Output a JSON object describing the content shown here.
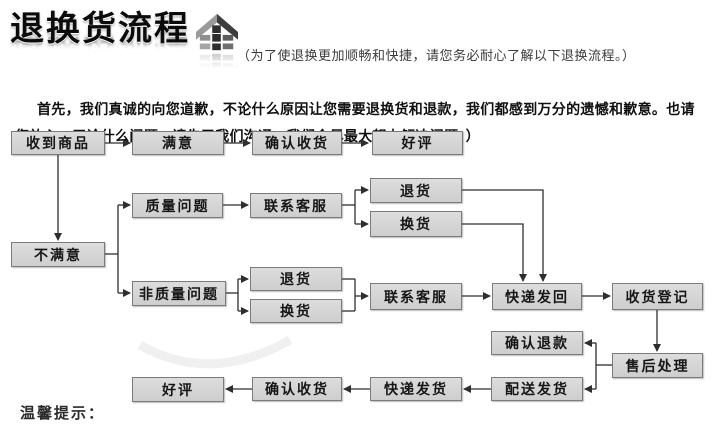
{
  "header": {
    "title": "退换货流程",
    "logo_icon": "home-building-icon",
    "note": "（为了使退换更加顺畅和快捷，请您务必耐心了解以下退换流程。）"
  },
  "intro": "首先，我们真诚的向您道歉，不论什么原因让您需要退换货和退款，我们都感到万分的遗憾和歉意。也请您放心，无论什么问题，请先于我们沟通，我们会尽最大努力解决问题：）",
  "footer": {
    "tip_label": "温馨提示："
  },
  "colors": {
    "node_fill": "#d6d6d6",
    "node_border": "#7b7b7b",
    "connector": "#2e2e2e",
    "text": "#161616",
    "background": "#ffffff"
  },
  "flowchart": {
    "nodes": [
      {
        "id": "received",
        "label": "收到商品"
      },
      {
        "id": "satisfied",
        "label": "满意"
      },
      {
        "id": "confirm-receipt-top",
        "label": "确认收货"
      },
      {
        "id": "good-review-top",
        "label": "好评"
      },
      {
        "id": "quality-issue",
        "label": "质量问题"
      },
      {
        "id": "contact-cs-quality",
        "label": "联系客服"
      },
      {
        "id": "return-quality",
        "label": "退货"
      },
      {
        "id": "exchange-quality",
        "label": "换货"
      },
      {
        "id": "unsatisfied",
        "label": "不满意"
      },
      {
        "id": "non-quality-issue",
        "label": "非质量问题"
      },
      {
        "id": "return-nonquality",
        "label": "退货"
      },
      {
        "id": "exchange-nonquality",
        "label": "换货"
      },
      {
        "id": "contact-cs-nonquality",
        "label": "联系客服"
      },
      {
        "id": "ship-back",
        "label": "快递发回"
      },
      {
        "id": "receipt-registration",
        "label": "收货登记"
      },
      {
        "id": "confirm-refund",
        "label": "确认退款"
      },
      {
        "id": "aftersale-processing",
        "label": "售后处理"
      },
      {
        "id": "dispatch-delivery",
        "label": "配送发货"
      },
      {
        "id": "express-delivery",
        "label": "快递发货"
      },
      {
        "id": "confirm-receipt-bottom",
        "label": "确认收货"
      },
      {
        "id": "good-review-bottom",
        "label": "好评"
      }
    ],
    "edges": [
      [
        "received",
        "satisfied"
      ],
      [
        "satisfied",
        "confirm-receipt-top"
      ],
      [
        "confirm-receipt-top",
        "good-review-top"
      ],
      [
        "received",
        "unsatisfied"
      ],
      [
        "unsatisfied",
        "quality-issue"
      ],
      [
        "unsatisfied",
        "non-quality-issue"
      ],
      [
        "quality-issue",
        "contact-cs-quality"
      ],
      [
        "contact-cs-quality",
        "return-quality"
      ],
      [
        "contact-cs-quality",
        "exchange-quality"
      ],
      [
        "return-quality",
        "ship-back"
      ],
      [
        "exchange-quality",
        "ship-back"
      ],
      [
        "non-quality-issue",
        "return-nonquality"
      ],
      [
        "non-quality-issue",
        "exchange-nonquality"
      ],
      [
        "return-nonquality",
        "contact-cs-nonquality"
      ],
      [
        "exchange-nonquality",
        "contact-cs-nonquality"
      ],
      [
        "contact-cs-nonquality",
        "ship-back"
      ],
      [
        "ship-back",
        "receipt-registration"
      ],
      [
        "receipt-registration",
        "aftersale-processing"
      ],
      [
        "aftersale-processing",
        "confirm-refund"
      ],
      [
        "aftersale-processing",
        "dispatch-delivery"
      ],
      [
        "dispatch-delivery",
        "express-delivery"
      ],
      [
        "express-delivery",
        "confirm-receipt-bottom"
      ],
      [
        "confirm-receipt-bottom",
        "good-review-bottom"
      ]
    ]
  }
}
